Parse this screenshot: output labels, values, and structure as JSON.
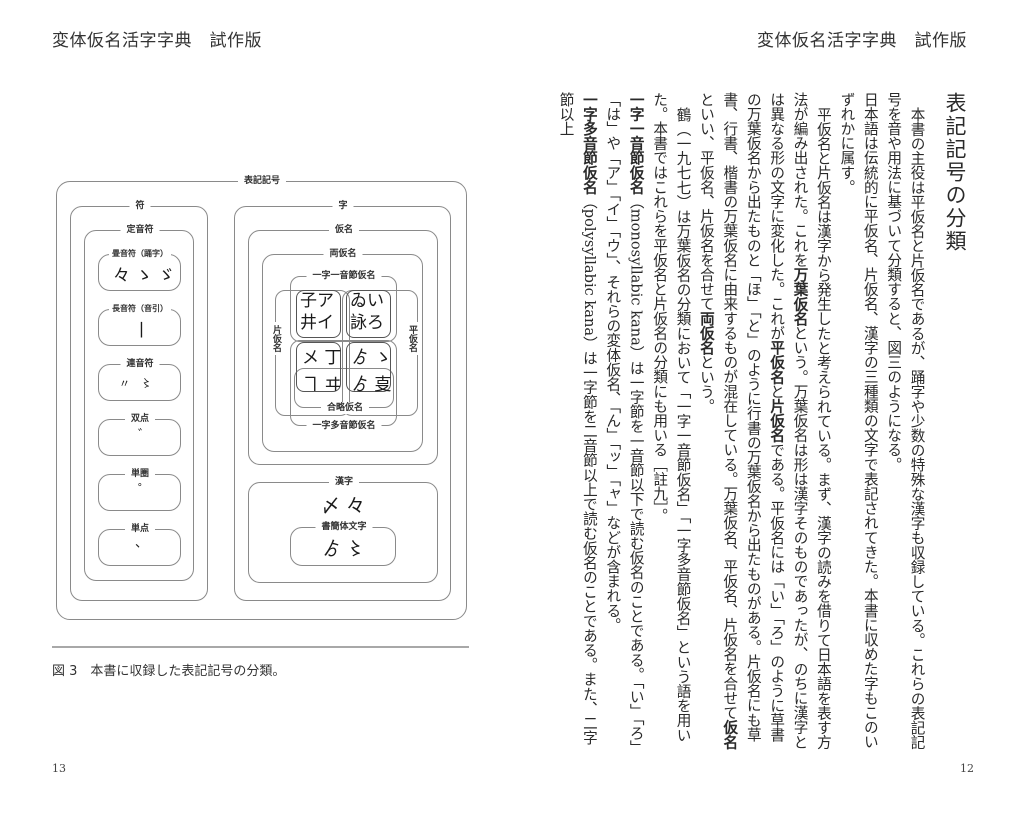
{
  "left_page": {
    "running_head": "変体仮名活字字典　試作版",
    "page_number": "13",
    "figure": {
      "root": {
        "label": "表記記号"
      },
      "fu": {
        "label": "符",
        "teionfu": {
          "label": "定音符",
          "items": [
            {
              "label": "畳音符（踊字）",
              "glyphs": "々 ゝ ゞ"
            },
            {
              "label": "長音符（音引）",
              "glyphs": "丨"
            },
            {
              "label": "連音符",
              "glyphs": "〃　〻"
            },
            {
              "label": "双点",
              "glyphs": "゛"
            },
            {
              "label": "単圏",
              "glyphs": "゜"
            },
            {
              "label": "単点",
              "glyphs": "、"
            }
          ]
        }
      },
      "ji": {
        "label": "字",
        "kana": {
          "label": "仮名",
          "ryoukana": {
            "label": "両仮名",
            "monosyllabic_label": "一字一音節仮名",
            "polysyllabic_label": "一字多音節仮名",
            "goryaku_label": "合略仮名",
            "katakana_label": "片仮名",
            "hiragana_label": "平仮名",
            "cells": {
              "kata_mono": "子ア\n井イ",
              "hira_mono": "ゐい\n詠ろ",
              "kata_poly": "メ 丁",
              "hira_poly": "ゟ ゝ",
              "kata_goryaku": "ヿ ヰ",
              "hira_goryaku": "ゟ 㕝"
            }
          }
        },
        "kanji": {
          "label": "漢字",
          "glyphs": "〆 々",
          "shokantai": {
            "label": "書簡体文字",
            "glyphs": "ゟ 〻"
          }
        }
      }
    },
    "caption": "図 3　本書に収録した表記記号の分類。"
  },
  "right_page": {
    "running_head": "変体仮名活字字典　試作版",
    "page_number": "12",
    "title": "表記記号の分類",
    "paragraphs": [
      {
        "segments": [
          {
            "t": "本書の主役は平仮名と片仮名であるが、踊字や少数の特殊な漢字も収録している。これらの表記記号を音や用法に基づいて分類すると、図三のようになる。"
          }
        ],
        "indent": true
      },
      {
        "segments": [
          {
            "t": "日本語は伝統的に平仮名、片仮名、漢字の三種類の文字で表記されてきた。本書に収めた字もこのいずれかに属す。"
          }
        ],
        "indent": false
      },
      {
        "segments": [
          {
            "t": "平仮名と片仮名は漢字から発生したと考えられている。まず、漢字の読みを借りて日本語を表す方法が編み出された。これを"
          },
          {
            "t": "万葉仮名",
            "b": true
          },
          {
            "t": "という。万葉仮名は形は漢字そのものであったが、のちに漢字とは異なる形の文字に変化した。これが"
          },
          {
            "t": "平仮名",
            "b": true
          },
          {
            "t": "と"
          },
          {
            "t": "片仮名",
            "b": true
          },
          {
            "t": "である。平仮名には「い」「ろ」のように草書の万葉仮名から出たものと「ほ」「と」のように行書の万葉仮名から出たものがある。片仮名にも草書、行書、楷書の万葉仮名に由来するものが混在している。万葉仮名、平仮名、片仮名を合せて"
          },
          {
            "t": "仮名",
            "b": true
          },
          {
            "t": "といい、平仮名、片仮名を合せて"
          },
          {
            "t": "両仮名",
            "b": true
          },
          {
            "t": "という。"
          }
        ],
        "indent": true
      },
      {
        "segments": [
          {
            "t": "鶴（一九七七）は万葉仮名の分類において「一字一音節仮名」「一字多音節仮名」という語を用いた。本書ではこれらを平仮名と片仮名の分類にも用いる［註九］。"
          }
        ],
        "indent": true
      },
      {
        "segments": [
          {
            "t": "一字一音節仮名",
            "b": true
          },
          {
            "t": "（monosyllabic kana）は一字節を一音節以下で読む仮名のことである。「い」「ろ」「は」や「ア」「イ」「ウ」、それらの変体仮名、「ん」「ッ」「ャ」などが含まれる。"
          }
        ],
        "indent": false
      },
      {
        "segments": [
          {
            "t": "一字多音節仮名",
            "b": true
          },
          {
            "t": "（polysyllabic kana）は一字節を二音節以上で読む仮名のことである。また、二字節以上"
          }
        ],
        "indent": false
      }
    ]
  }
}
